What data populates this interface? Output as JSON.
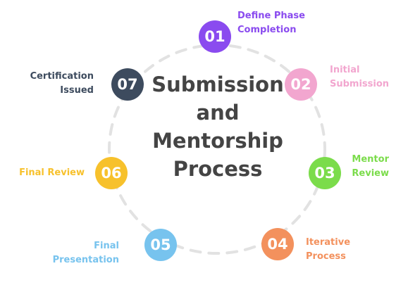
{
  "title": {
    "lines": [
      "Submission",
      "and",
      "Mentorship",
      "Process"
    ]
  },
  "steps": [
    {
      "number": "01",
      "label_lines": [
        "Define Phase",
        "Completion"
      ],
      "color": "#8a4bef"
    },
    {
      "number": "02",
      "label_lines": [
        "Initial",
        "Submission"
      ],
      "color": "#f2a6cf"
    },
    {
      "number": "03",
      "label_lines": [
        "Mentor",
        "Review"
      ],
      "color": "#7bdc4b"
    },
    {
      "number": "04",
      "label_lines": [
        "Iterative",
        "Process"
      ],
      "color": "#f3915d"
    },
    {
      "number": "05",
      "label_lines": [
        "Final",
        "Presentation"
      ],
      "color": "#77c3ee"
    },
    {
      "number": "06",
      "label_lines": [
        "Final Review"
      ],
      "color": "#f7c12c"
    },
    {
      "number": "07",
      "label_lines": [
        "Certification",
        "Issued"
      ],
      "color": "#3d4b5e"
    }
  ],
  "ring_color": "#e2e2e2"
}
